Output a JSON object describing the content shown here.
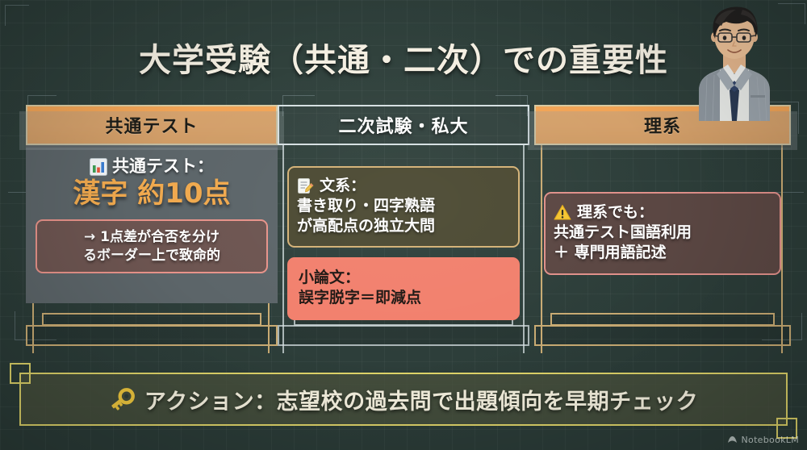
{
  "title": "大学受験（共通・二次）での重要性",
  "columns": [
    {
      "header": "共通テスト",
      "header_style": "filled",
      "lead_icon": "bar-chart-icon",
      "lead": "共通テスト：",
      "stat": "漢字 約10点",
      "note": {
        "style": "rose",
        "lines": [
          "→ 1点差が合否を分け",
          "るボーダー上で致命的"
        ]
      }
    },
    {
      "header": "二次試験・私大",
      "header_style": "outlined",
      "boxes": [
        {
          "style": "olive",
          "icon": "memo-icon",
          "head": "文系：",
          "lines": [
            "書き取り・四字熟語",
            "が高配点の独立大問"
          ]
        },
        {
          "style": "coral",
          "head": "小論文：",
          "lines": [
            "誤字脱字＝即減点"
          ]
        }
      ]
    },
    {
      "header": "理系",
      "header_style": "filled",
      "boxes": [
        {
          "style": "warn",
          "icon": "warning-icon",
          "head": "理系でも：",
          "lines": [
            "共通テスト国語利用",
            "＋ 専門用語記述"
          ]
        }
      ]
    }
  ],
  "action": {
    "icon": "key-icon",
    "text": "アクション：志望校の過去問で出題傾向を早期チェック"
  },
  "watermark": {
    "icon": "notebooklm-logo-icon",
    "label": "NotebookLM"
  },
  "colors": {
    "background": "#2d3f3b",
    "accent_orange": "#efa153",
    "accent_gold": "#c9ab73",
    "coral": "#f2806d",
    "action_border": "#e0d56a",
    "stat_text": "#f0a94e"
  }
}
